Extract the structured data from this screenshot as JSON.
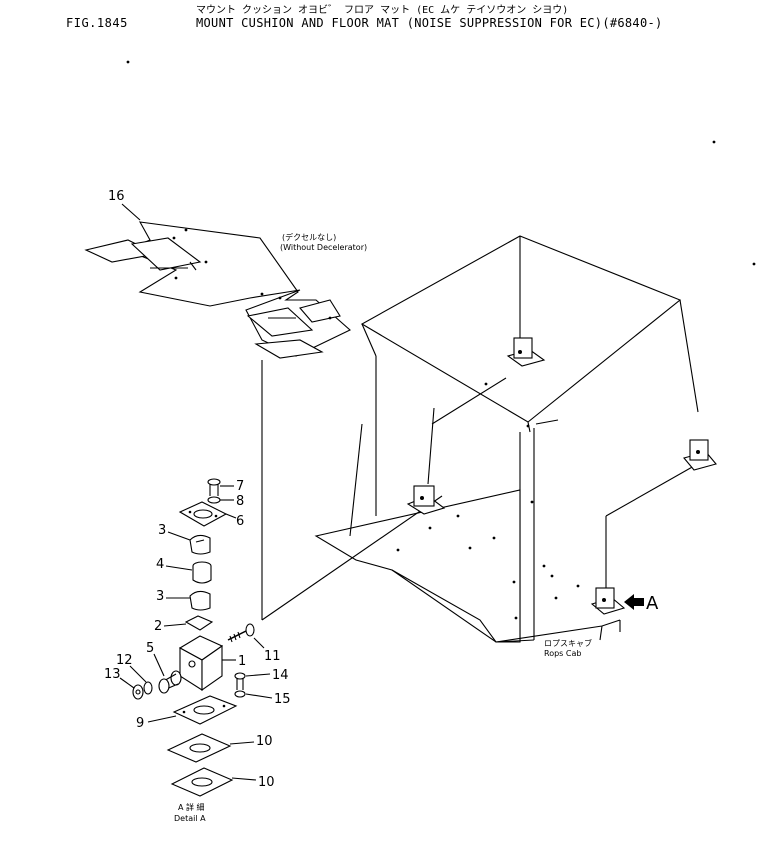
{
  "header": {
    "fig_label": "FIG.1845",
    "title_jp": "マウント クッション オヨビ゛ フロア マット (EC ムケ テイソウオン シヨウ)",
    "title_en": "MOUNT CUSHION AND FLOOR MAT (NOISE SUPPRESSION FOR EC)(#6840-)"
  },
  "annotations": {
    "without_decelerator_jp": "(デクセルなし)",
    "without_decelerator_en": "(Without Decelerator)",
    "rops_cab_jp": "ロプスキャブ",
    "rops_cab_en": "Rops Cab",
    "detail_jp": "A 詳 細",
    "detail_en": "Detail A",
    "view_arrow": "A"
  },
  "parts": {
    "p1": "1",
    "p2": "2",
    "p3a": "3",
    "p3b": "3",
    "p4": "4",
    "p5": "5",
    "p6": "6",
    "p7": "7",
    "p8": "8",
    "p9": "9",
    "p10a": "10",
    "p10b": "10",
    "p11": "11",
    "p12": "12",
    "p13": "13",
    "p14": "14",
    "p15": "15",
    "p16": "16"
  }
}
